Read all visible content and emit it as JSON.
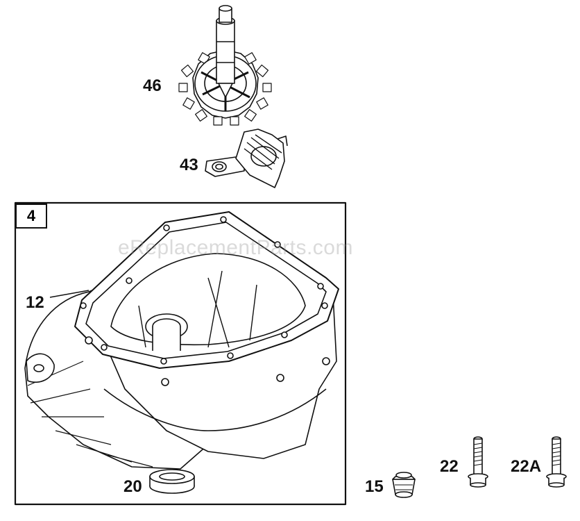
{
  "watermark": "eReplacementParts.com",
  "assembly_box_label": "4",
  "callouts": {
    "gear": "46",
    "governor": "43",
    "sump": "12",
    "seal": "20",
    "plug": "15",
    "bolt": "22",
    "bolt_a": "22A"
  }
}
